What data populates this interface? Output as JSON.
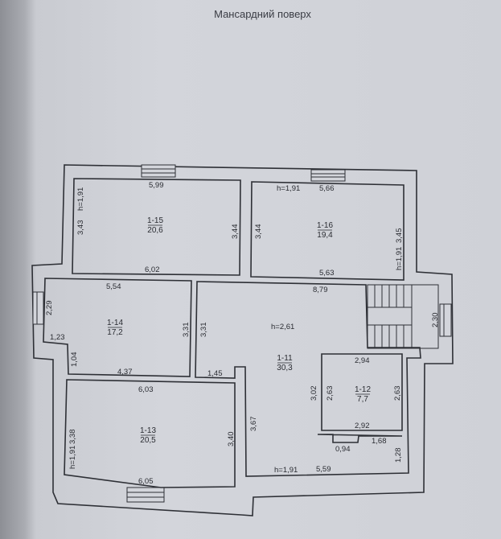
{
  "title": "Мансардний поверх",
  "rooms": [
    {
      "id": "1-15",
      "area": "20,6"
    },
    {
      "id": "1-16",
      "area": "19,4"
    },
    {
      "id": "1-14",
      "area": "17,2"
    },
    {
      "id": "1-11",
      "area": "30,3"
    },
    {
      "id": "1-12",
      "area": "7,7"
    },
    {
      "id": "1-13",
      "area": "20,5"
    }
  ],
  "dims": {
    "r15_top": "5,99",
    "r15_bottom": "6,02",
    "r15_left": "3,43",
    "r15_h": "h=1,91",
    "r15_right": "3,44",
    "r16_h": "h=1,91",
    "r16_top": "5,66",
    "r16_left": "3,44",
    "r16_right": "3,45",
    "r16_h2": "h=1,91",
    "r16_bottom": "5,63",
    "r14_top": "5,54",
    "r14_left": "2,29",
    "r14_step": "1,23",
    "r14_left2": "1,04",
    "r14_bottom": "4,37",
    "r14_right": "3,31",
    "r11_left": "3,31",
    "r11_top": "8,79",
    "r11_h": "h=2,61",
    "r11_small": "1,45",
    "r11_left2": "3,67",
    "r11_h2": "h=1,91",
    "r11_bottom": "5,59",
    "r11_right": "1,28",
    "r11_b1": "0,94",
    "r11_b2": "1,68",
    "r11_12": "3,02",
    "stairs": "2,30",
    "r12_top": "2,94",
    "r12_left": "2,63",
    "r12_right": "2,63",
    "r12_bottom": "2,92",
    "r13_top": "6,03",
    "r13_left": "3,38",
    "r13_h": "h=1,91",
    "r13_right": "3,40",
    "r13_bottom": "6,05"
  }
}
